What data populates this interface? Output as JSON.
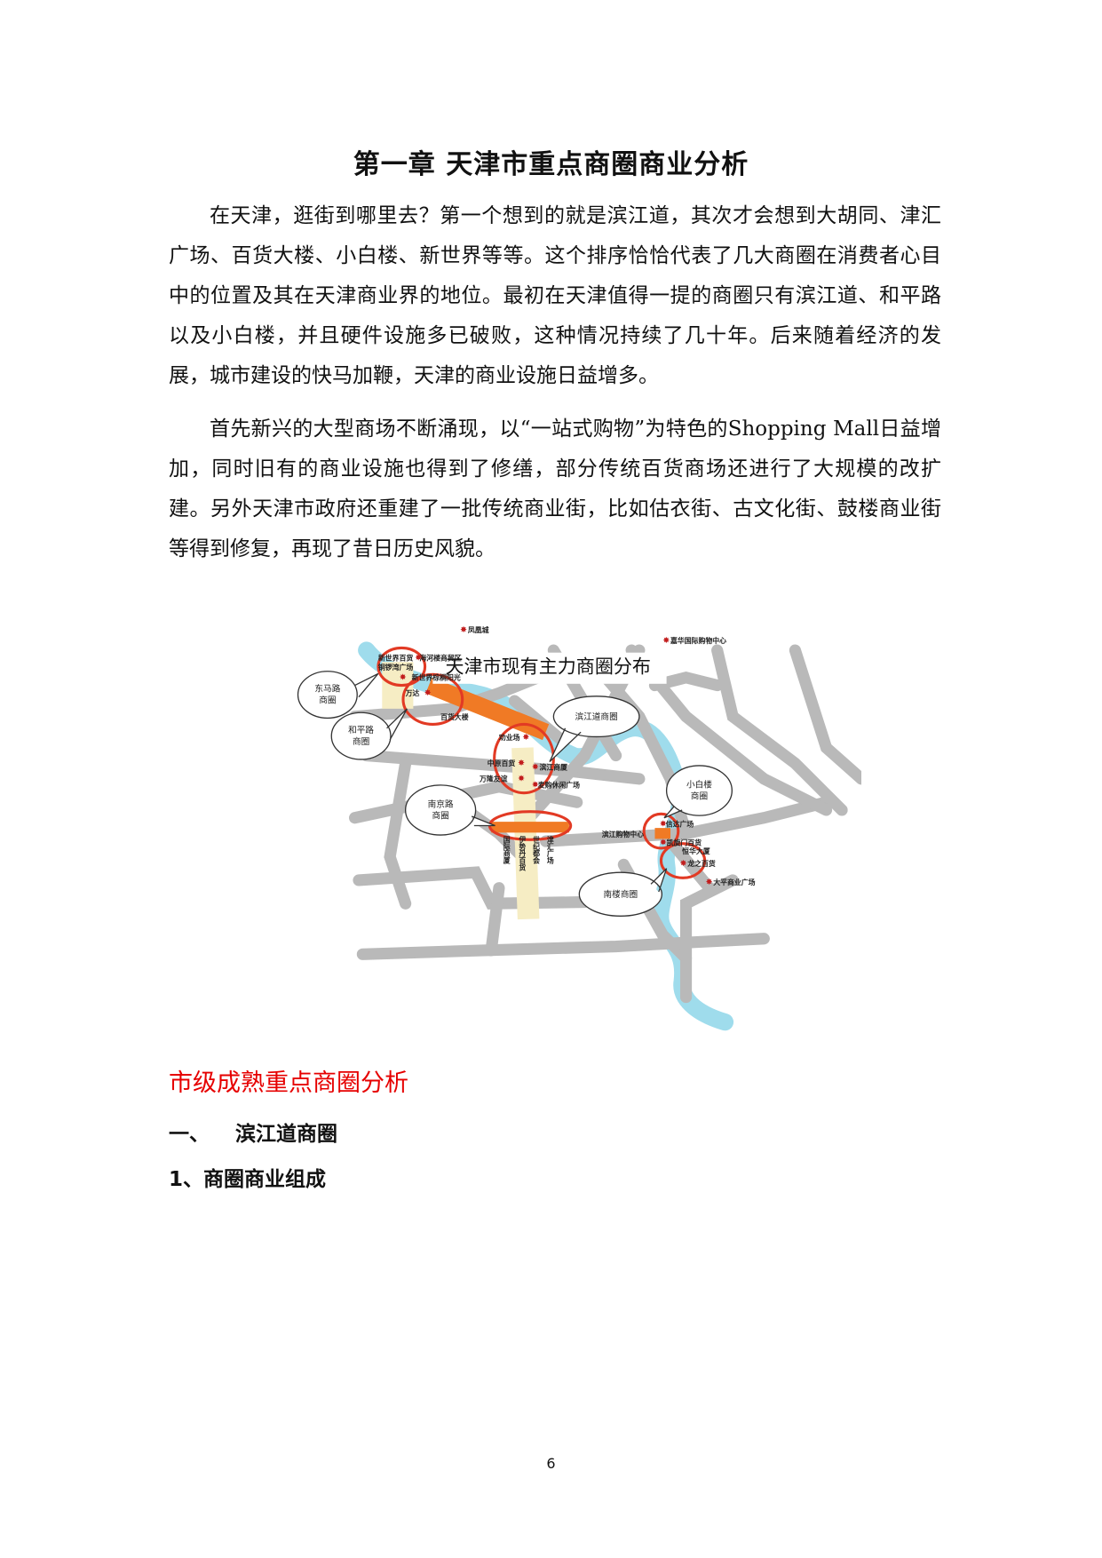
{
  "chapter_title": "第一章  天津市重点商圈商业分析",
  "paragraphs": [
    "在天津，逛街到哪里去？第一个想到的就是滨江道，其次才会想到大胡同、津汇广场、百货大楼、小白楼、新世界等等。这个排序恰恰代表了几大商圈在消费者心目中的位置及其在天津商业界的地位。最初在天津值得一提的商圈只有滨江道、和平路以及小白楼，并且硬件设施多已破败，这种情况持续了几十年。后来随着经济的发展，城市建设的快马加鞭，天津的商业设施日益增多。",
    "首先新兴的大型商场不断涌现，以“一站式购物”为特色的Shopping Mall日益增加，同时旧有的商业设施也得到了修缮，部分传统百货商场还进行了大规模的改扩建。另外天津市政府还重建了一批传统商业街，比如估衣街、古文化街、鼓楼商业街等得到修复，再现了昔日历史风貌。"
  ],
  "map": {
    "title": "天津市现有主力商圈分布",
    "callouts": {
      "dongmalu": [
        "东马路",
        "商圈"
      ],
      "hepinglu": [
        "和平路",
        "商圈"
      ],
      "binjiangdao": "滨江道商圈",
      "nanjinglu": [
        "南京路",
        "商圈"
      ],
      "xiaobailou": [
        "小白楼",
        "商圈"
      ],
      "nanlou": "南楼商圈"
    },
    "places": {
      "fenghuangcheng": "凤凰城",
      "jiahua": "嘉华国际购物中心",
      "xinshijie": "新世界百货",
      "tongfeng": "铜锣湾广场",
      "haihelou": "海河楼商贸区",
      "xinshijie2": "新世界棕榈阳光",
      "wanda": "万达",
      "baihuo": "百货大楼",
      "quanyechang": "劝业场",
      "zhongyuan": "中原百货",
      "binjiang": "滨江商厦",
      "wanlong": "万隆友谊",
      "maigou": "麦购休闲广场",
      "binjiang_shopping": "滨江购物中心",
      "xinda": "信达广场",
      "qixuanmen": "凯旋门百货",
      "henghua": "恒华大厦",
      "longzhu": "龙之百货",
      "taiping": "大平商业广场"
    },
    "nanjing_stores": [
      "国际商厦",
      "伊势丹百货",
      "世纪都会",
      "津汇广场"
    ]
  },
  "section_heading": "市级成熟重点商圈分析",
  "subheading_1": {
    "number": "一、",
    "text": "滨江道商圈"
  },
  "subheading_2": "1、商圈商业组成",
  "page_number": "6"
}
